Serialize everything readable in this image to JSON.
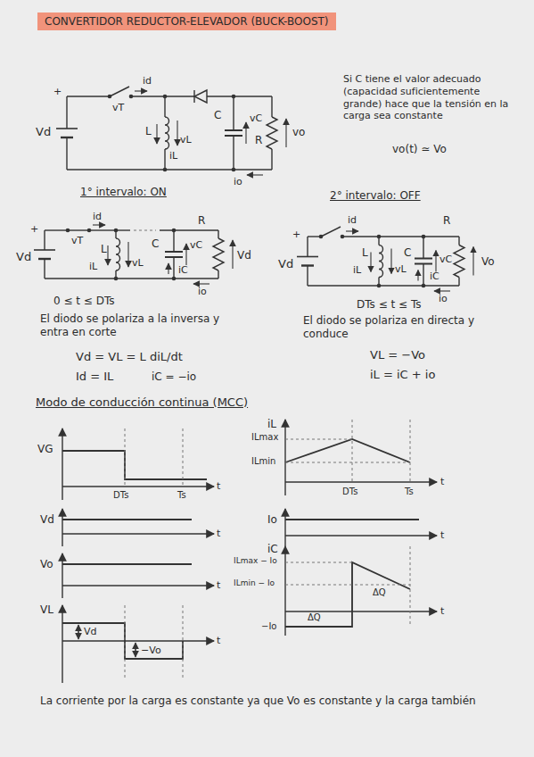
{
  "diagram": {
    "title": "CONVERTIDOR REDUCTOR-ELEVADOR (BUCK-BOOST)",
    "labels": [
      "+",
      "Vd",
      "vT",
      "id",
      "L",
      "iL",
      "vL",
      "C",
      "vC",
      "R",
      "vo",
      "io",
      "Si C tiene el valor adecuado (capacidad suficientemente grande) hace que la tensión en la carga sea constante",
      "vo(t) ≃ Vo",
      "1° intervalo: ON",
      "+",
      "Vd",
      "vT",
      "id",
      "iL",
      "L",
      "vL",
      "C",
      "vC",
      "iC",
      "R",
      "Vd",
      "io",
      "0 ≤ t ≤ DTs",
      "El diodo se polariza a la inversa y entra en corte",
      "Vd = VL = L diL/dt",
      "Id = IL",
      "iC = −io",
      "2° intervalo: OFF",
      "+",
      "Vd",
      "id",
      "iL",
      "L",
      "vL",
      "C",
      "vC",
      "iC",
      "R",
      "Vo",
      "io",
      "DTs ≤ t ≤ Ts",
      "El diodo se polariza en directa y conduce",
      "VL = −Vo",
      "iL = iC + io",
      "Modo de conducción continua (MCC)",
      "VG",
      "DTs",
      "Ts",
      "t",
      "iL",
      "ILmax",
      "ILmin",
      "DTs",
      "Ts",
      "t",
      "Vd",
      "t",
      "Io",
      "t",
      "Vo",
      "t",
      "iC",
      "ILmax − Io",
      "ILmin − Io",
      "ΔQ",
      "−Io",
      "ΔQ",
      "t",
      "VL",
      "Vd",
      "−Vo",
      "t",
      "La corriente por la carga es constante ya que Vo es constante y la carga también"
    ]
  }
}
